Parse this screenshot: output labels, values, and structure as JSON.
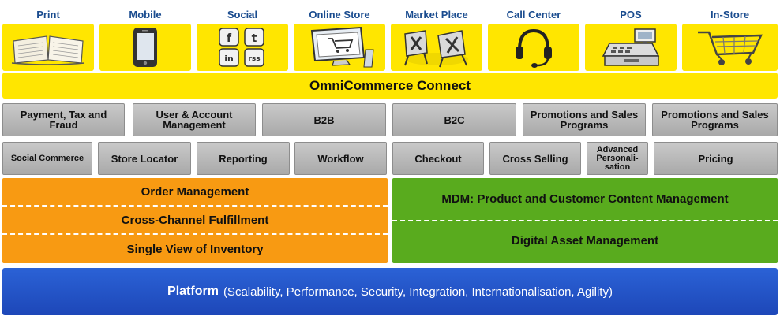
{
  "channels": [
    {
      "label": "Print",
      "icon": "open-book-icon"
    },
    {
      "label": "Mobile",
      "icon": "smartphone-icon"
    },
    {
      "label": "Social",
      "icon": "social-media-icons"
    },
    {
      "label": "Online Store",
      "icon": "monitor-cart-icon"
    },
    {
      "label": "Market Place",
      "icon": "market-stands-icon"
    },
    {
      "label": "Call Center",
      "icon": "headset-icon"
    },
    {
      "label": "POS",
      "icon": "cash-register-icon"
    },
    {
      "label": "In-Store",
      "icon": "shopping-cart-icon"
    }
  ],
  "social_letters": [
    "f",
    "t",
    "in",
    "rss"
  ],
  "hub": "OmniCommerce Connect",
  "capabilities_row1": [
    "Payment, Tax and Fraud",
    "User & Account Management",
    "B2B",
    "B2C",
    "Promotions and Sales Programs",
    "Promotions and Sales Programs"
  ],
  "capabilities_row2": [
    "Social Commerce",
    "Store Locator",
    "Reporting",
    "Workflow",
    "Checkout",
    "Cross Selling",
    "Advanced Personali- sation",
    "Pricing"
  ],
  "order_block": [
    "Order Management",
    "Cross-Channel Fulfillment",
    "Single View of Inventory"
  ],
  "content_block": [
    "MDM: Product and Customer Content Management",
    "Digital Asset Management"
  ],
  "platform": {
    "title": "Platform",
    "qualities": "(Scalability, Performance, Security, Integration, Internationalisation,  Agility)"
  },
  "colors": {
    "channel_yellow": "#ffe600",
    "label_blue": "#1a4c8f",
    "capability_grey": "#b5b5b5",
    "order_orange": "#f89a12",
    "content_green": "#59ab1e",
    "platform_blue": "#2455c8"
  }
}
